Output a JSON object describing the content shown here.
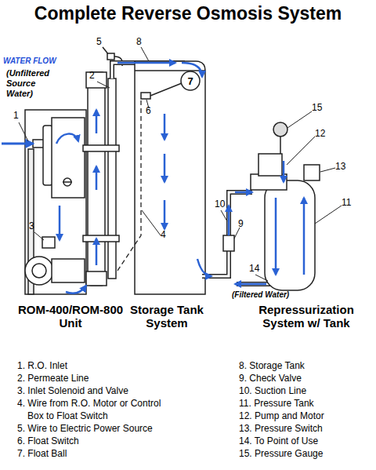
{
  "diagram": {
    "title": "Complete Reverse Osmosis System",
    "nodes": [
      {
        "text": [
          "7"
        ]
      }
    ],
    "labels": [
      "WATER FLOW",
      "(Unfiltered Source Water)",
      "1",
      "2",
      "3",
      "4",
      "5",
      "8",
      "6",
      "15",
      "12",
      "13",
      "11",
      "10",
      "9",
      "14",
      "(Filtered Water)",
      "ROM-400/ROM-800 Unit",
      "Storage Tank System",
      "Repressurization System w/ Tank",
      "1. R.O. Inlet",
      "2. Permeate Line",
      "3. Inlet Solenoid and Valve",
      "4. Wire from R.O. Motor or Control Box to Float Switch",
      "5. Wire to Electric Power Source",
      "6. Float Switch",
      "7. Float Ball",
      "8. Storage Tank",
      "9. Check Valve",
      "10. Suction Line",
      "11. Pressure Tank",
      "12. Pump and Motor",
      "13. Pressure Switch",
      "14. To Point of Use",
      "15. Pressure Gauge"
    ]
  }
}
